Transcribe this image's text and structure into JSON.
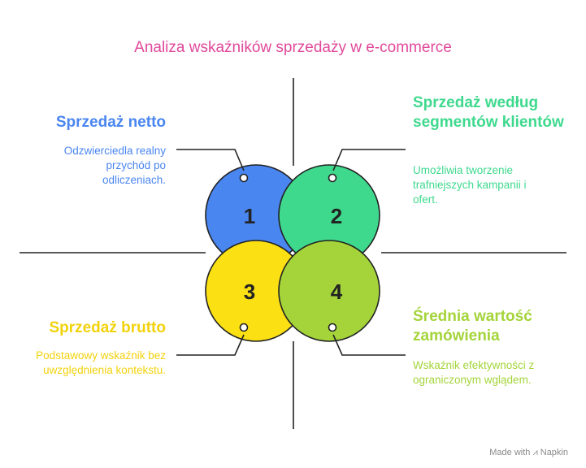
{
  "title": "Analiza wskaźników sprzedaży w e-commerce",
  "colors": {
    "title": "#e0499a",
    "section1": "#4a86f0",
    "section2": "#3fd98e",
    "section3": "#fbe013",
    "section4": "#a4d43a",
    "outline": "#222222"
  },
  "sections": [
    {
      "number": "1",
      "heading": "Sprzedaż netto",
      "description": "Odzwierciedla realny przychód po odliczeniach."
    },
    {
      "number": "2",
      "heading": "Sprzedaż według segmentów klientów",
      "description": "Umożliwia tworzenie trafniejszych kampanii i ofert."
    },
    {
      "number": "3",
      "heading": "Sprzedaż brutto",
      "description": "Podstawowy wskaźnik bez uwzględnienia kontekstu."
    },
    {
      "number": "4",
      "heading": "Średnia wartość zamówienia",
      "description": "Wskaźnik efektywności z ograniczonym wglądem."
    }
  ],
  "footer": {
    "made_with": "Made with",
    "brand": "Napkin"
  }
}
